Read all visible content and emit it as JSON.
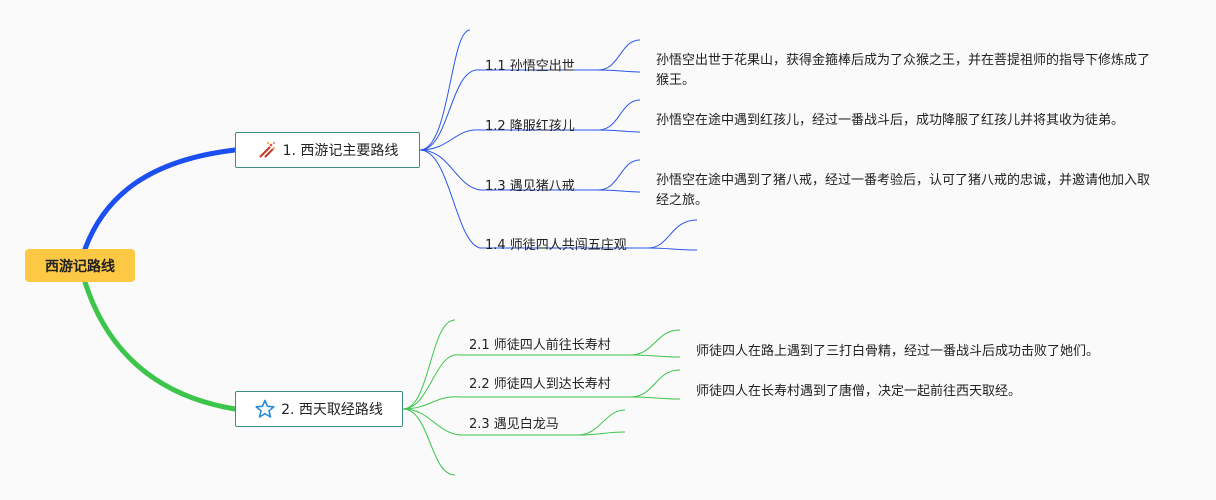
{
  "root": {
    "label": "西游记路线"
  },
  "branches": [
    {
      "label": "1. 西游记主要路线",
      "icon": "fireworks-icon",
      "color": "#1c4ff0",
      "subcolor": "#2b56e8",
      "topics": [
        {
          "label": "1.1 孙悟空出世",
          "detail": "孙悟空出世于花果山，获得金箍棒后成为了众猴之王，并在菩提祖师的指导下修炼成了猴王。"
        },
        {
          "label": "1.2 降服红孩儿",
          "detail": "孙悟空在途中遇到红孩儿，经过一番战斗后，成功降服了红孩儿并将其收为徒弟。"
        },
        {
          "label": "1.3 遇见猪八戒",
          "detail": "孙悟空在途中遇到了猪八戒，经过一番考验后，认可了猪八戒的忠诚，并邀请他加入取经之旅。"
        },
        {
          "label": "1.4 师徒四人共闯五庄观",
          "detail": ""
        }
      ]
    },
    {
      "label": "2. 西天取经路线",
      "icon": "star-outline-icon",
      "color": "#3cc54a",
      "subcolor": "#3cc54a",
      "topics": [
        {
          "label": "2.1 师徒四人前往长寿村",
          "detail": "师徒四人在路上遇到了三打白骨精，经过一番战斗后成功击败了她们。"
        },
        {
          "label": "2.2 师徒四人到达长寿村",
          "detail": "师徒四人在长寿村遇到了唐僧，决定一起前往西天取经。"
        },
        {
          "label": "2.3 遇见白龙马",
          "detail": ""
        }
      ]
    }
  ]
}
